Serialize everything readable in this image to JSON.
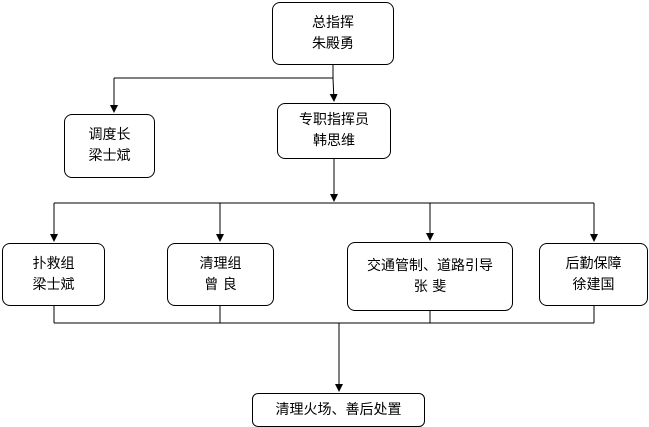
{
  "nodes": {
    "commander": {
      "role": "总指挥",
      "name": "朱殿勇"
    },
    "dispatch": {
      "role": "调度长",
      "name": "梁士斌"
    },
    "specialist": {
      "role": "专职指挥员",
      "name": "韩思维"
    },
    "rescue": {
      "role": "扑救组",
      "name": "梁士斌"
    },
    "cleanup": {
      "role": "清理组",
      "name": "曾 良"
    },
    "traffic": {
      "role": "交通管制、道路引导",
      "name": "张 斐"
    },
    "logistics": {
      "role": "后勤保障",
      "name": "徐建国"
    },
    "final": {
      "label": "清理火场、善后处置"
    }
  },
  "colors": {
    "line": "#000000",
    "box_border": "#000000",
    "background": "#ffffff"
  }
}
